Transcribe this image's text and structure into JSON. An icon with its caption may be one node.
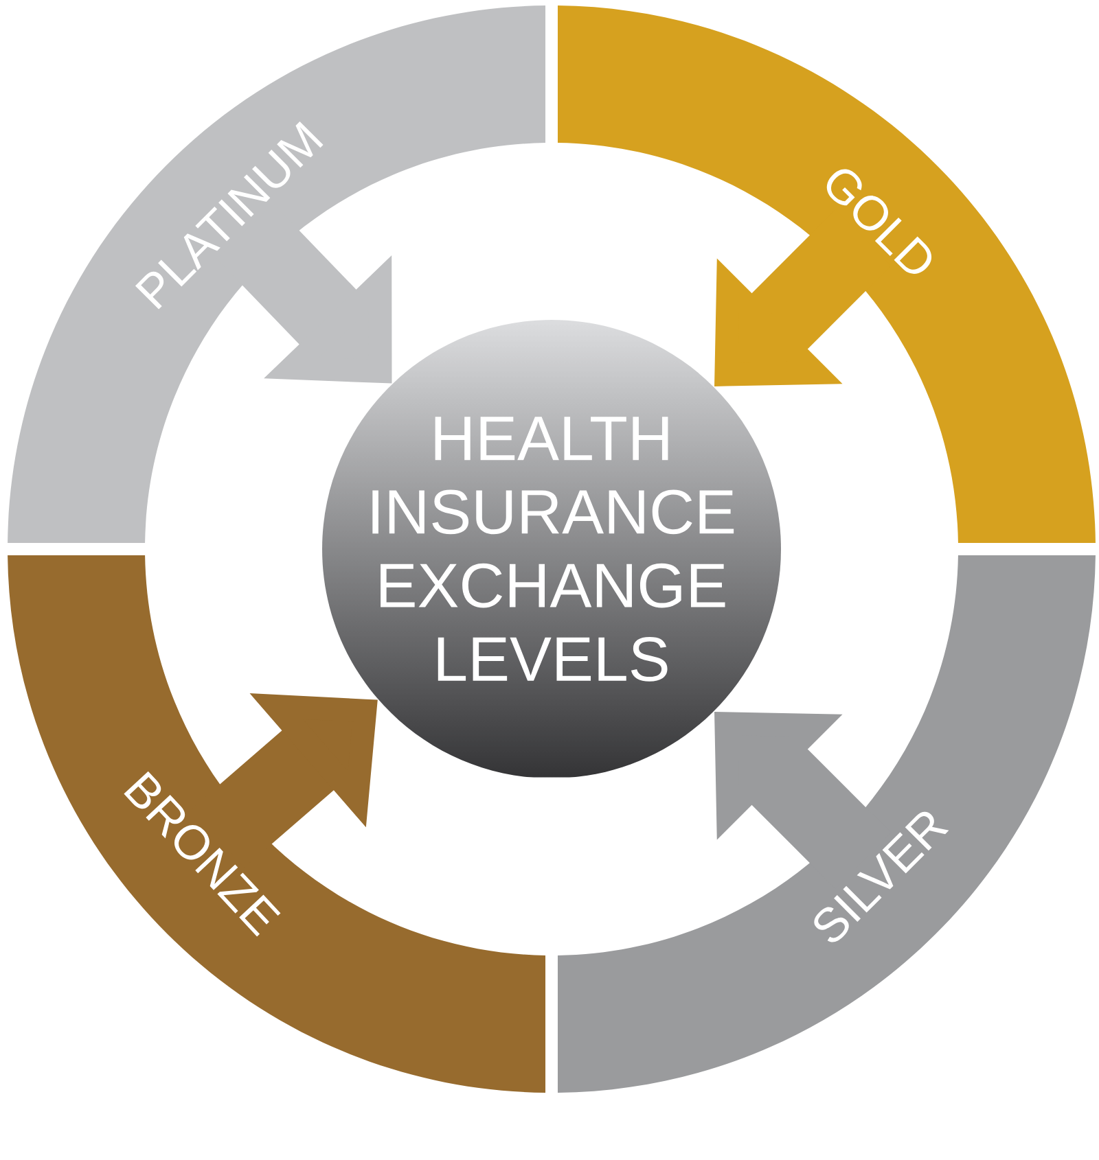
{
  "diagram": {
    "nodes": [
      {
        "text": [
          "HEALTH INSURANCE EXCHANGE LEVELS"
        ]
      },
      {
        "text": [
          "PLATINUM"
        ]
      },
      {
        "text": [
          "GOLD"
        ]
      },
      {
        "text": [
          "SILVER"
        ]
      },
      {
        "text": [
          "BRONZE"
        ]
      }
    ],
    "edges": [
      {
        "from": 1,
        "to": 0,
        "arrow": "to",
        "color": "#bfc0c2"
      },
      {
        "from": 2,
        "to": 0,
        "arrow": "to",
        "color": "#d6a11f"
      },
      {
        "from": 3,
        "to": 0,
        "arrow": "to",
        "color": "#9a9b9d"
      },
      {
        "from": 4,
        "to": 0,
        "arrow": "to",
        "color": "#976b2e"
      }
    ]
  }
}
